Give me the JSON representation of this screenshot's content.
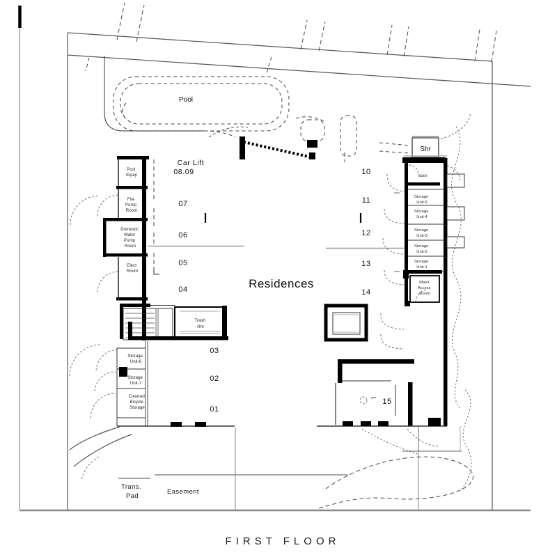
{
  "title": "FIRST FLOOR",
  "site": {
    "pool": "Pool",
    "shower": "Shr",
    "trans_pad": [
      "Trans.",
      "Pad"
    ],
    "easement": "Easement"
  },
  "garage": {
    "residences": "Residences",
    "car_lift": [
      "Car Lift",
      "08.09"
    ],
    "stalls_left": [
      "07",
      "06",
      "05",
      "04",
      "03",
      "02",
      "01"
    ],
    "stalls_right": [
      "10",
      "11",
      "12",
      "13",
      "14",
      "15"
    ]
  },
  "rooms_left": {
    "pool_equip": [
      "Pool",
      "Equip"
    ],
    "fire_pump": [
      "Fire",
      "Pump",
      "Room"
    ],
    "domestic_water": [
      "Domestic",
      "Water",
      "Pump",
      "Room"
    ],
    "elect": [
      "Elect",
      "Room"
    ],
    "trash": [
      "Trash",
      "Rm"
    ],
    "storage_unit_6": [
      "Storage",
      "Unit-6"
    ],
    "storage_unit_7": [
      "Storage",
      "Unit-7"
    ],
    "bike_storage": [
      "Covered",
      "Bicycle",
      "Storage"
    ]
  },
  "rooms_right": {
    "bath": "Bath",
    "storage_unit_5": [
      "Storage",
      "Unit-5"
    ],
    "storage_unit_4": [
      "Storage",
      "Unit-4"
    ],
    "storage_unit_3": [
      "Storage",
      "Unit-3"
    ],
    "storage_unit_2": [
      "Storage",
      "Unit-2"
    ],
    "storage_unit_1": [
      "Storage",
      "Unit-1"
    ],
    "maint": [
      "Maint",
      "Access",
      "Room"
    ]
  }
}
